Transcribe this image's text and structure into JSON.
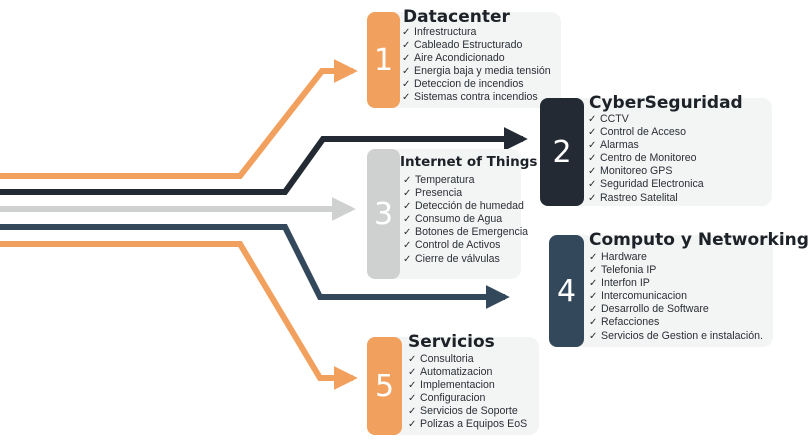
{
  "colors": {
    "orange": "#f2a05e",
    "dark_navy": "#232a33",
    "gray": "#cfd0d0",
    "steel_blue": "#34485c",
    "panel_bg": "#f3f4f4"
  },
  "check_glyph": "✓",
  "cards": [
    {
      "number": "1",
      "title": "Datacenter",
      "color": "#f2a05e",
      "items": [
        "Infrestructura",
        "Cableado Estructurado",
        "Aire Acondicionado",
        "Energia baja y media tensión",
        "Deteccion de incendios",
        "Sistemas contra incendios"
      ]
    },
    {
      "number": "2",
      "title": "CyberSeguridad",
      "color": "#232a33",
      "items": [
        "CCTV",
        "Control de Acceso",
        "Alarmas",
        "Centro de Monitoreo",
        "Monitoreo GPS",
        "Seguridad Electronica",
        "Rastreo Satelital"
      ]
    },
    {
      "number": "3",
      "title": "Internet of Things",
      "color": "#cfd0d0",
      "items": [
        "Temperatura",
        "Presencia",
        "Detección de humedad",
        "Consumo de Agua",
        "Botones de Emergencia",
        "Control de Activos",
        "Cierre de válvulas"
      ]
    },
    {
      "number": "4",
      "title": "Computo y Networking",
      "color": "#34485c",
      "items": [
        "Hardware",
        "Telefonia IP",
        "Interfon IP",
        "Intercomunicacion",
        "Desarrollo de Software",
        "Refacciones",
        "Servicios de Gestion e instalación."
      ]
    },
    {
      "number": "5",
      "title": "Servicios",
      "color": "#f2a05e",
      "items": [
        "Consultoria",
        "Automatizacion",
        "Implementacion",
        "Configuracion",
        "Servicios de Soporte",
        "Polizas a Equipos EoS"
      ]
    }
  ]
}
